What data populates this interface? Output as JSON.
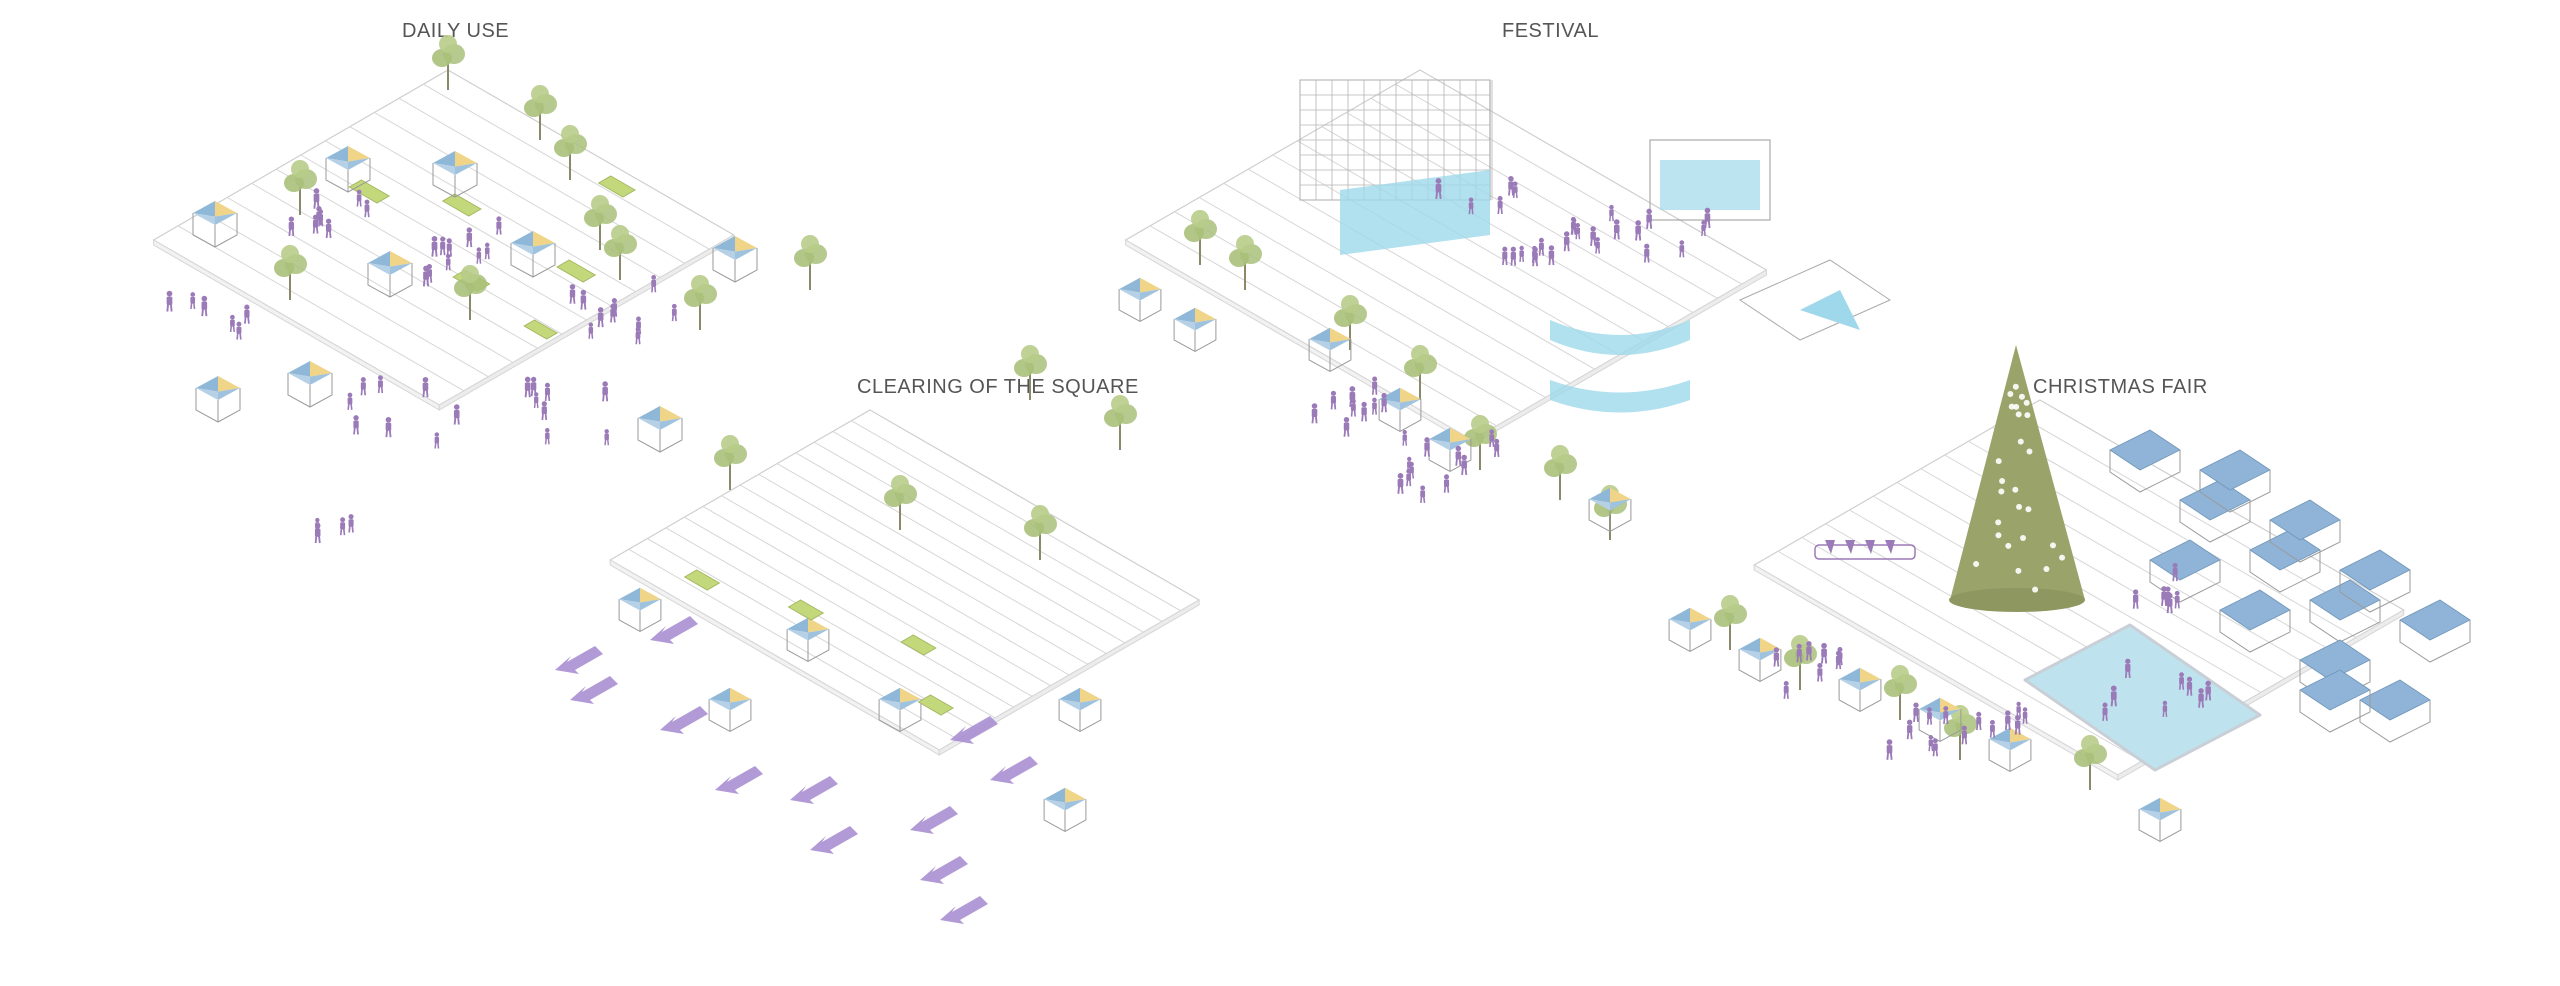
{
  "panels": {
    "daily_use": {
      "title": "DAILY USE"
    },
    "festival": {
      "title": "FESTIVAL"
    },
    "clearing": {
      "title": "CLEARING OF THE SQUARE"
    },
    "christmas": {
      "title": "CHRISTMAS FAIR"
    }
  },
  "colors": {
    "people": "#9b7ab8",
    "tree_canopy": "#a9c07a",
    "planter": "#c3d87a",
    "pavilion_blue": "#8fb8d8",
    "pavilion_yellow": "#f0d488",
    "stage_cyan": "#9ed8ea",
    "xmas_tree": "#9aa36a",
    "rink": "#bfe3ee",
    "stall_roof": "#8fb4d8",
    "arrow": "#a98fd0",
    "grid_line": "#d6d6d6"
  },
  "icons": [
    "tree-icon",
    "pavilion-icon",
    "person-icon",
    "arrow-icon",
    "stage-icon",
    "christmas-tree-icon",
    "ice-rink-icon",
    "market-stall-icon",
    "sleigh-icon"
  ]
}
